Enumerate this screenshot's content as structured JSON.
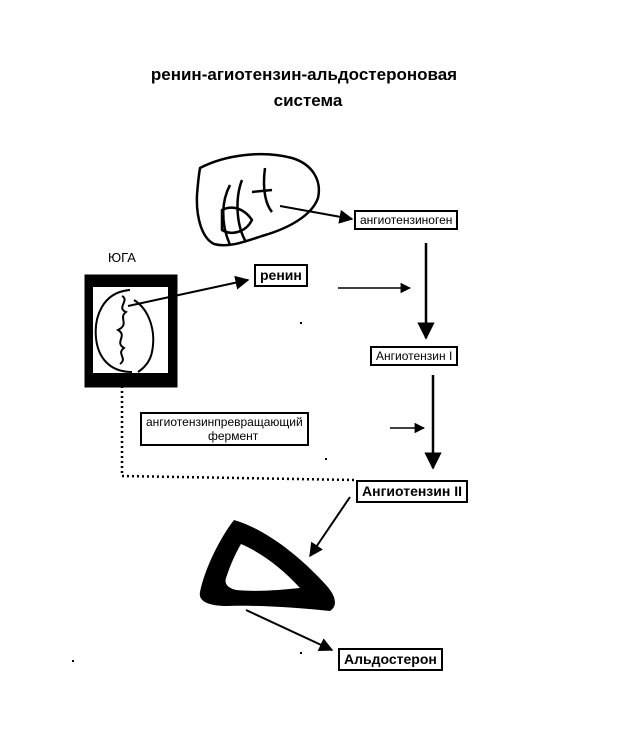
{
  "title": {
    "line1": "ренин-агиотензин-альдостероновая",
    "line2": "система"
  },
  "labels": {
    "juga": "ЮГА"
  },
  "nodes": {
    "angiotensinogen": "ангиотензиноген",
    "renin": "ренин",
    "angiotensin1": "Ангиотензин I",
    "ace_line1": "ангиотензинпревращающий",
    "ace_line2": "фермент",
    "angiotensin2": "Ангиотензин II",
    "aldosterone": "Альдостерон"
  },
  "icons": [
    "liver-icon",
    "kidney-icon",
    "adrenal-gland-icon"
  ]
}
